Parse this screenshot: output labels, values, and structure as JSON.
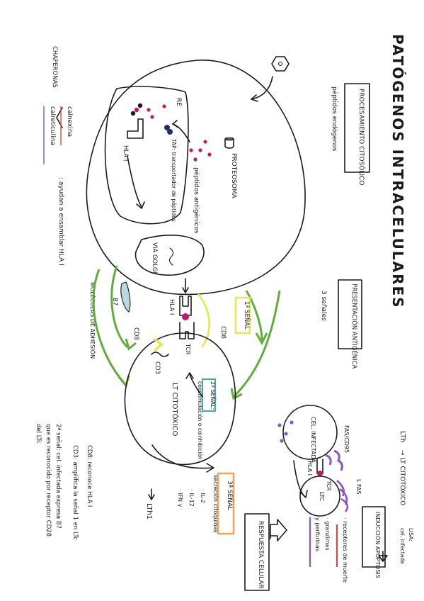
{
  "title": "PATÓGENOS INTRACELULARES",
  "colors": {
    "green": "#5fae3a",
    "yellow": "#e7e64a",
    "magenta": "#c2186e",
    "navy": "#1f2f6b",
    "purple": "#8a55c9",
    "orange": "#f2a14c",
    "red": "#e2433d",
    "teal": "#3ab0ad",
    "lightblue": "#b9d9dc"
  },
  "left_box": {
    "title": "PROCESAMIENTO CITOSÓLICO",
    "sub": "péptidos endógenos"
  },
  "cell": {
    "re": "RE",
    "proteosoma": "PROTEOSOMA",
    "peptidos": "péptidos antigénicos",
    "tap": "TAP: transportador de péptidos",
    "hla_inner": "HLA I",
    "golgi": "VIA GOLGI",
    "hla_surface": "HLA I",
    "b7": "B7",
    "adhesion": "MOLÉCULAS DE ADHESIÓN"
  },
  "chaperonas": {
    "label": "CHAPERONAS",
    "calnexina": "calnexina",
    "calreticulina": "calreticulina",
    "desc": ": ayudan a ensamblar HLA I"
  },
  "center": {
    "presentacion": "PRESENTACIÓN ANTIGÉNICA",
    "senales": "3 señales",
    "senal1": "1ª SEÑAL",
    "cd8_top": "CD8",
    "tcr": "TCR",
    "cd8_low": "CD8",
    "cd3": "CD3",
    "senal2": "2ª SEÑAL:",
    "senal2_desc": "coestimulación o coinhibición",
    "lt_citotoxico": "LT CITOTÓXICO",
    "senal3": "3ª SEÑAL",
    "senal3_desc": "secreción citoquinas",
    "cytokines": [
      "· IL-2",
      "· IL-12",
      "· IFN γ"
    ],
    "lth1": "LTh1"
  },
  "legend": {
    "cd8": "CD8: reconoce HLA I",
    "cd3": "CD3: amplifica la señal 1 en LTc",
    "senal2": "2ª señal: cel. infectada expresa B7",
    "senal2_b": "que es reconocido por receptor CD28",
    "senal2_c": "del LTc"
  },
  "right": {
    "lth": "LTh",
    "arrow_label": "→ LT CITOTÓXICO",
    "lisa": "LISA:",
    "lisa_desc": "cel. infectada",
    "fas": "FAS/CD95",
    "cel_infectada": "CEL. INFECTADA",
    "hla": "HLA I",
    "tcr": "TCR",
    "ltc": "LTC",
    "lfas": "L FAS",
    "respuesta": "RESPUESTA CELULAR",
    "induccion": "INDUCCIÓN APOPTOSIS",
    "items": [
      "· receptores de muerte",
      "· granzimas",
      "y perforinas"
    ]
  }
}
